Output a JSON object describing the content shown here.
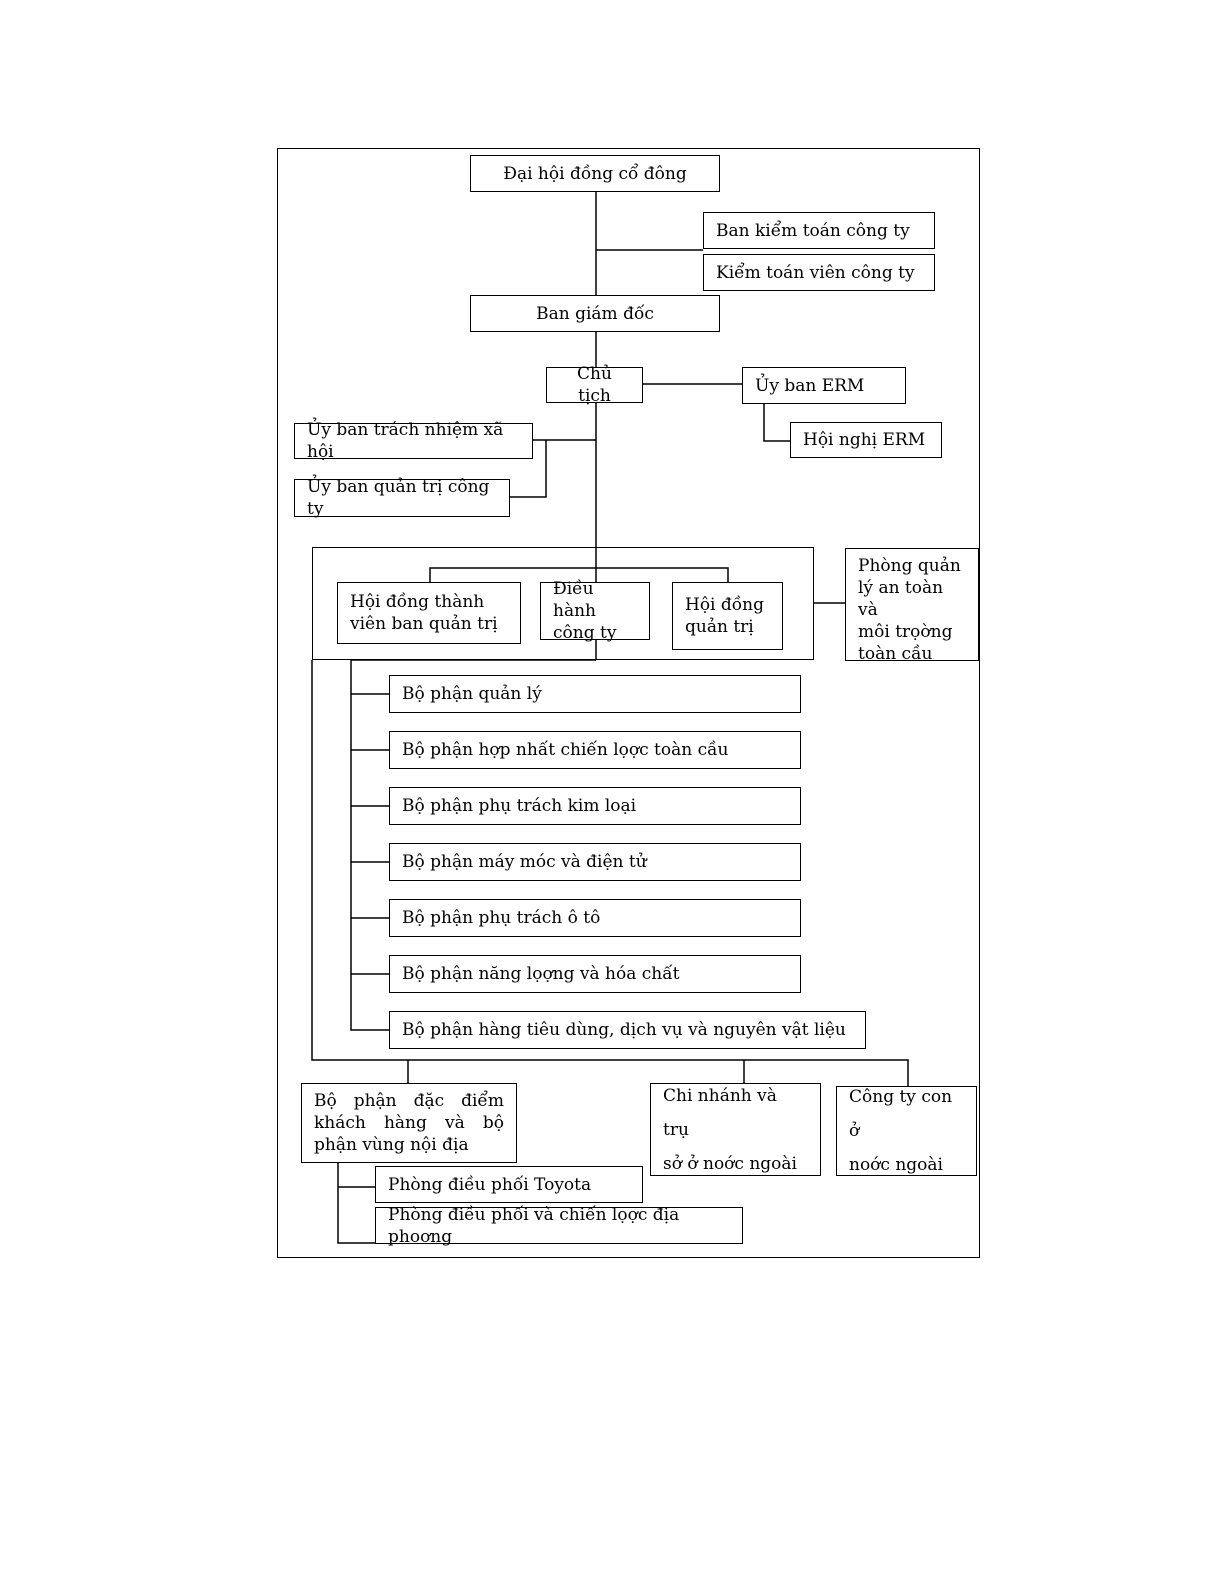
{
  "chart": {
    "top": "Đại hội đồng cổ đông",
    "audit_board": "Ban kiểm toán công ty",
    "auditor": "Kiểm toán viên công ty",
    "directors": "Ban giám đốc",
    "chairman": "Chủ tịch",
    "erm_committee": "Ủy ban ERM",
    "erm_conference": "Hội nghị ERM",
    "csr_committee": "Ủy ban trách nhiệm xã hội",
    "governance_committee": "Ủy ban quản trị công ty",
    "board_members": "Hội đồng thành\nviên ban quản trị",
    "executive": "Điều hành\ncông ty",
    "board": "Hội đồng\nquản trị",
    "safety_office": "Phòng quản\nlý an toàn và\nmôi trọờng\ntoàn cầu",
    "divisions": [
      "Bộ phận quản lý",
      "Bộ phận hợp nhất chiến lọợc toàn cầu",
      "Bộ phận phụ trách kim loại",
      "Bộ phận máy móc và điện tử",
      "Bộ phận phụ trách ô tô",
      "Bộ phận năng lọợng và hóa chất",
      "Bộ phận hàng tiêu dùng, dịch vụ và nguyên vật liệu"
    ],
    "customer_division": "Bộ phận đặc điểm khách hàng và bộ phận vùng nội địa",
    "branches_abroad": "Chi nhánh và trụ\nsở ở noớc ngoài",
    "subsidiaries_abroad": "Công ty con ở\nnoớc ngoài",
    "toyota_office": "Phòng điều phối Toyota",
    "local_strategy_office": "Phòng điều phối và chiến lọợc địa phoơng"
  }
}
